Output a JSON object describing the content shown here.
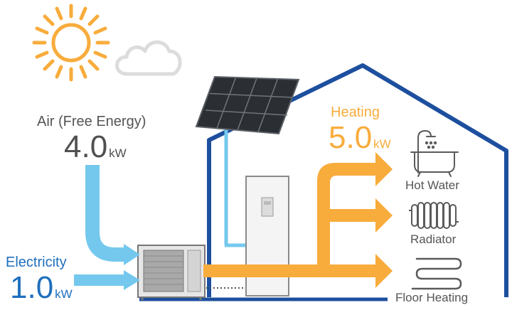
{
  "colors": {
    "air": "#74c8ee",
    "heat": "#f8ac3c",
    "house": "#1d4f9e",
    "sun": "#f8ac3c",
    "cloud": "#dcdcdc",
    "text": "#555555",
    "electric_text": "#1f6fbd"
  },
  "air": {
    "label": "Air (Free Energy)",
    "value": "4.0",
    "unit": "kW"
  },
  "electricity": {
    "label": "Electricity",
    "value": "1.0",
    "unit": "kW"
  },
  "heating": {
    "label": "Heating",
    "value": "5.0",
    "unit": "kW"
  },
  "outputs": [
    {
      "label": "Hot Water",
      "icon": "bathtub-icon"
    },
    {
      "label": "Radiator",
      "icon": "radiator-icon"
    },
    {
      "label": "Floor Heating",
      "icon": "floor-heating-icon"
    }
  ]
}
